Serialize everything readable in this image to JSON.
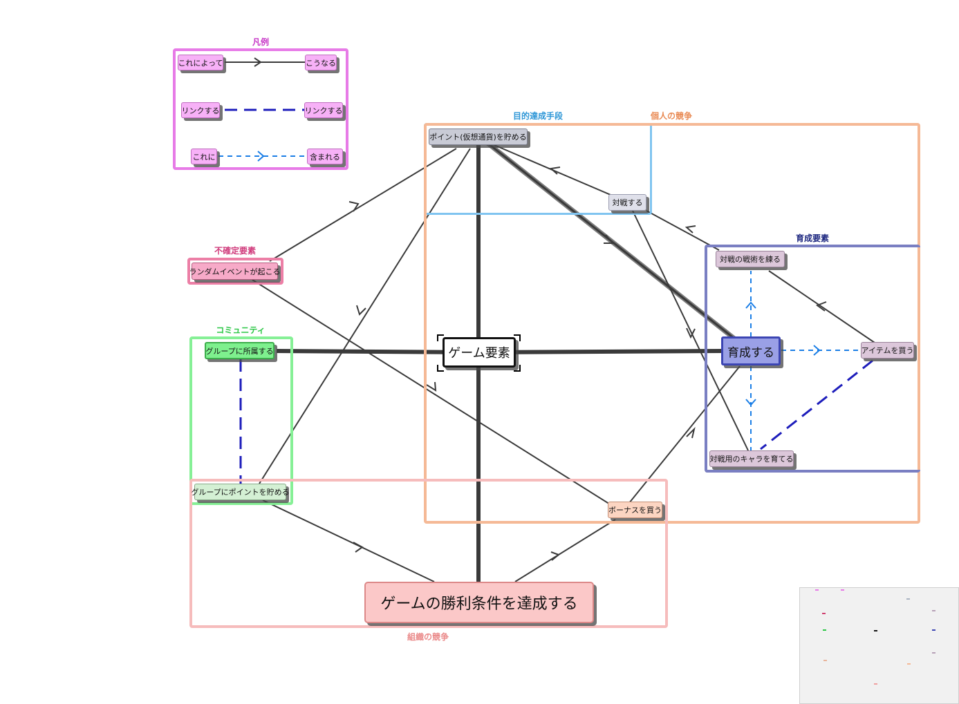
{
  "legend": {
    "title": "凡例",
    "items": [
      {
        "from": "これによって",
        "to": "こうなる",
        "kind": "arrow"
      },
      {
        "from": "リンクする",
        "to": "リンクする",
        "kind": "link"
      },
      {
        "from": "これに",
        "to": "含まれる",
        "kind": "contains"
      }
    ]
  },
  "groups": {
    "purpose": "目的達成手段",
    "individual": "個人の競争",
    "growth": "育成要素",
    "uncertain": "不確定要素",
    "community": "コミュニティ",
    "organization": "組織の競争"
  },
  "nodes": {
    "center": "ゲーム要素",
    "points": "ポイント(仮想通貨)を貯める",
    "battle": "対戦する",
    "tactics": "対戦の戦術を練る",
    "grow": "育成する",
    "item": "アイテムを買う",
    "chara": "対戦用のキャラを育てる",
    "random": "ランダムイベントが起こる",
    "belong": "グループに所属する",
    "grouppoints": "グループにポイントを貯める",
    "bonus": "ボーナスを買う",
    "victory": "ゲームの勝利条件を達成する"
  },
  "colors": {
    "legend": "#e77be7",
    "purpose": "#80c4f0",
    "individual": "#f5b996",
    "growth": "#7a7fc2",
    "uncertain": "#ec7fa6",
    "community": "#86f096",
    "organization": "#f6bcbc",
    "arrow": "#3a3a3a",
    "link": "#1d1dbb",
    "contains": "#1a7ee6"
  }
}
